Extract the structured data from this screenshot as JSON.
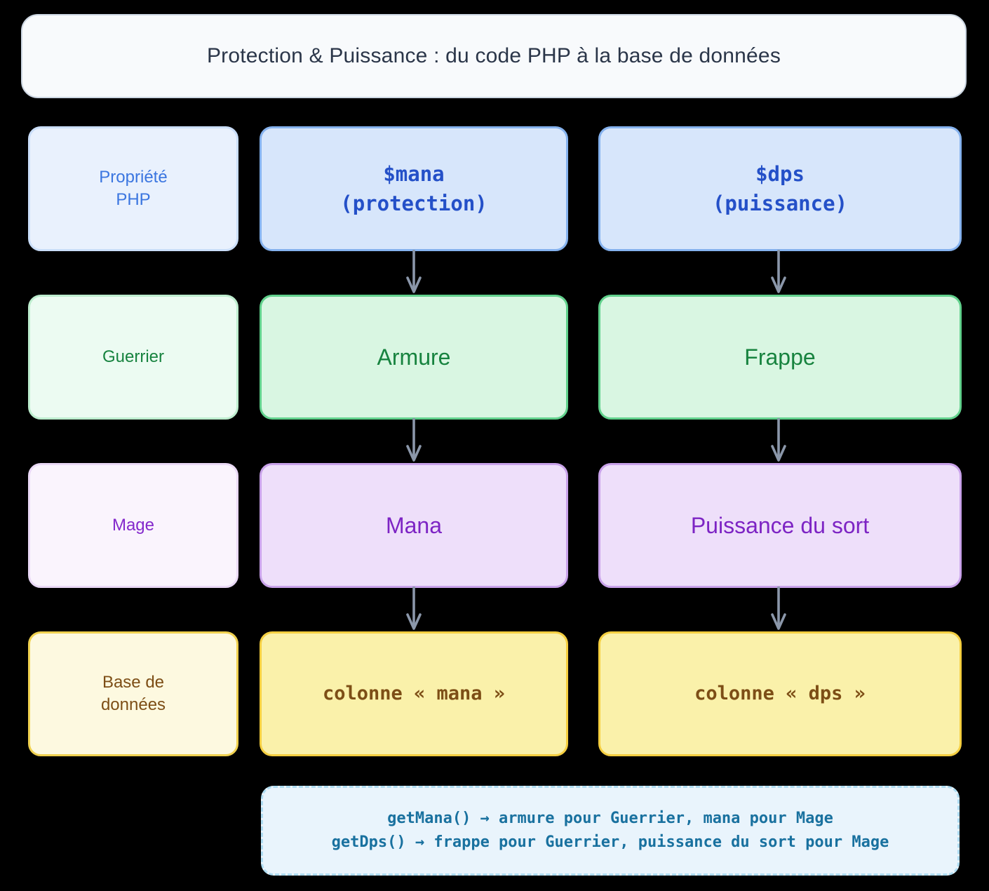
{
  "title": "Protection & Puissance : du code PHP à la base de données",
  "rows": [
    {
      "label": "Propriété\nPHP",
      "cells": [
        "$mana\n(protection)",
        "$dps\n(puissance)"
      ]
    },
    {
      "label": "Guerrier",
      "cells": [
        "Armure",
        "Frappe"
      ]
    },
    {
      "label": "Mage",
      "cells": [
        "Mana",
        "Puissance du sort"
      ]
    },
    {
      "label": "Base de\ndonnées",
      "cells": [
        "colonne « mana »",
        "colonne « dps »"
      ]
    }
  ],
  "note": {
    "lines": [
      "getMana() → armure pour Guerrier, mana pour Mage",
      "getDps() → frappe pour Guerrier, puissance du sort pour Mage"
    ]
  },
  "colors": {
    "page_bg": "#000000",
    "title_bg": "#f8fafc",
    "title_border": "#ccd6e2",
    "title_text": "#2b3649",
    "blue_label_bg": "#e9f1fd",
    "blue_label_border": "#cadef9",
    "blue_label_text": "#3b76e0",
    "blue_cell_bg": "#d7e6fb",
    "blue_cell_border": "#85b2ee",
    "blue_cell_text": "#2450c8",
    "green_label_bg": "#ecfbf2",
    "green_label_border": "#bdedce",
    "green_label_text": "#17833f",
    "green_cell_bg": "#d9f6e2",
    "green_cell_border": "#61d18c",
    "green_cell_text": "#17833f",
    "purple_label_bg": "#faf4fd",
    "purple_label_border": "#ead9f6",
    "purple_label_text": "#8429cc",
    "purple_cell_bg": "#eedffa",
    "purple_cell_border": "#c9a2ea",
    "purple_cell_text": "#7d24c4",
    "yellow_label_bg": "#fdf9e0",
    "yellow_label_border": "#f0d14f",
    "yellow_label_text": "#7d4e16",
    "yellow_cell_bg": "#faf1aa",
    "yellow_cell_border": "#f5cf40",
    "yellow_cell_text": "#7d4e16",
    "arrow": "#8b97aa",
    "note_bg": "#e9f4fc",
    "note_border": "#aedcf2",
    "note_text": "#19719f"
  }
}
